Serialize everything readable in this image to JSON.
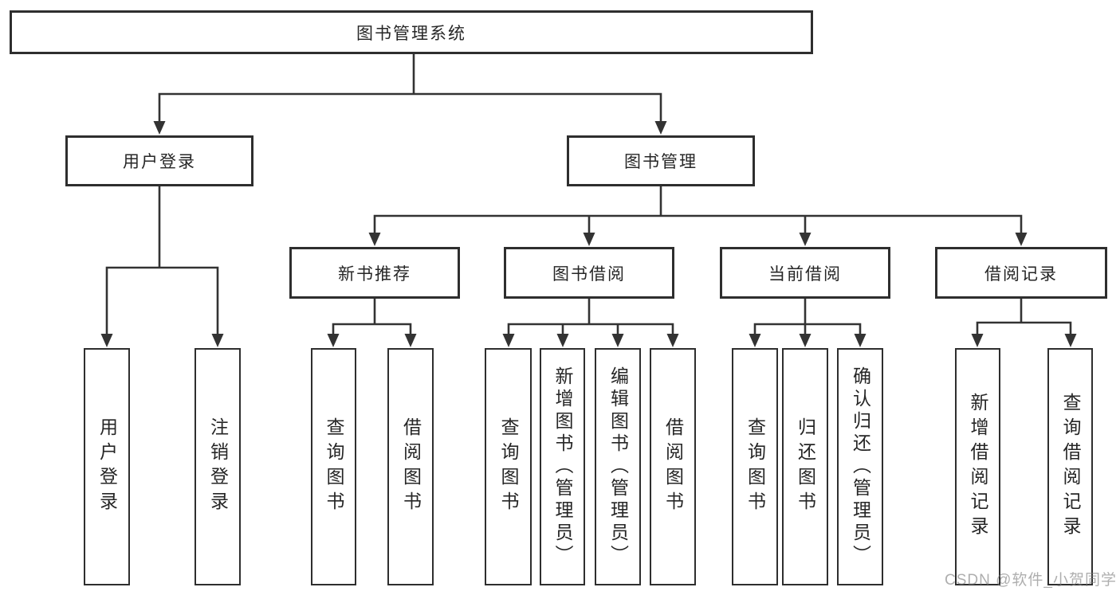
{
  "diagram": {
    "watermark": "CSDN @软件_小贺同学",
    "colors": {
      "line": "#333333",
      "box_border": "#2e2e2e",
      "text": "#262626",
      "watermark": "#7d7d7d",
      "background": "#ffffff"
    },
    "nodes": {
      "root": "图书管理系统",
      "user_login_branch": {
        "label": "用户登录",
        "children": [
          "用户登录",
          "注销登录"
        ]
      },
      "book_mgmt_branch": {
        "label": "图书管理",
        "groups": [
          {
            "label": "新书推荐",
            "children": [
              "查询图书",
              "借阅图书"
            ]
          },
          {
            "label": "图书借阅",
            "children": [
              "查询图书",
              "新增图书（管理员）",
              "编辑图书（管理员）",
              "借阅图书"
            ]
          },
          {
            "label": "当前借阅",
            "children": [
              "查询图书",
              "归还图书",
              "确认归还（管理员）"
            ]
          },
          {
            "label": "借阅记录",
            "children": [
              "新增借阅记录",
              "查询借阅记录"
            ]
          }
        ]
      }
    }
  }
}
